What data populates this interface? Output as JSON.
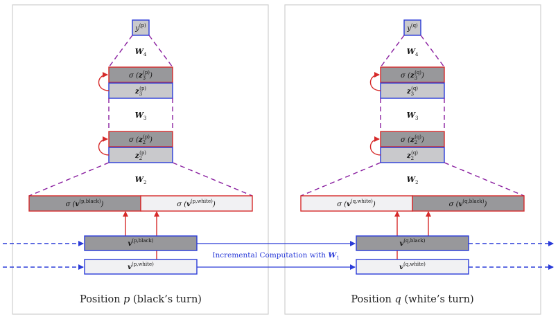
{
  "panels": [
    {
      "output": {
        "base": "y",
        "sup": "(p)"
      },
      "weights": [
        "W",
        "W",
        "W"
      ],
      "weight_subs": [
        "4",
        "3",
        "2"
      ],
      "act3": {
        "pre": "σ (",
        "var": "z",
        "sub": "3",
        "sup": "(p)",
        "post": ")"
      },
      "z3": {
        "var": "z",
        "sub": "3",
        "sup": "(p)"
      },
      "act2": {
        "pre": "σ (",
        "var": "z",
        "sub": "2",
        "sup": "(p)",
        "post": ")"
      },
      "z2": {
        "var": "z",
        "sub": "2",
        "sup": "(p)"
      },
      "feat_left": {
        "pre": "σ (",
        "var": "v",
        "sup": "(p,black)",
        "post": ")"
      },
      "feat_right": {
        "pre": "σ (",
        "var": "v",
        "sup": "(p,white)",
        "post": ")"
      },
      "acc_top": {
        "var": "v",
        "sup": "(p,black)"
      },
      "acc_bottom": {
        "var": "v",
        "sup": "(p,white)"
      },
      "caption_pre": "Position ",
      "caption_var": "p",
      "caption_post": " (black’s turn)"
    },
    {
      "output": {
        "base": "y",
        "sup": "(q)"
      },
      "weights": [
        "W",
        "W",
        "W"
      ],
      "weight_subs": [
        "4",
        "3",
        "2"
      ],
      "act3": {
        "pre": "σ (",
        "var": "z",
        "sub": "3",
        "sup": "(q)",
        "post": ")"
      },
      "z3": {
        "var": "z",
        "sub": "3",
        "sup": "(q)"
      },
      "act2": {
        "pre": "σ (",
        "var": "z",
        "sub": "2",
        "sup": "(q)",
        "post": ")"
      },
      "z2": {
        "var": "z",
        "sub": "2",
        "sup": "(q)"
      },
      "feat_left": {
        "pre": "σ (",
        "var": "v",
        "sup": "(q,white)",
        "post": ")"
      },
      "feat_right": {
        "pre": "σ (",
        "var": "v",
        "sup": "(q,black)",
        "post": ")"
      },
      "acc_top": {
        "var": "v",
        "sup": "(q,black)"
      },
      "acc_bottom": {
        "var": "v",
        "sup": "(q,white)"
      },
      "caption_pre": "Position ",
      "caption_var": "q",
      "caption_post": " (white’s turn)"
    }
  ],
  "incremental": {
    "text": "Incremental Computation with ",
    "var": "W",
    "sub": "1"
  },
  "colors": {
    "blue": "#2a3bd8",
    "red": "#d62a2a",
    "purple": "#8a1fa0",
    "dark_fill": "#98989b",
    "mid_fill": "#c9c9cc",
    "light_fill": "#f1f1f3"
  }
}
